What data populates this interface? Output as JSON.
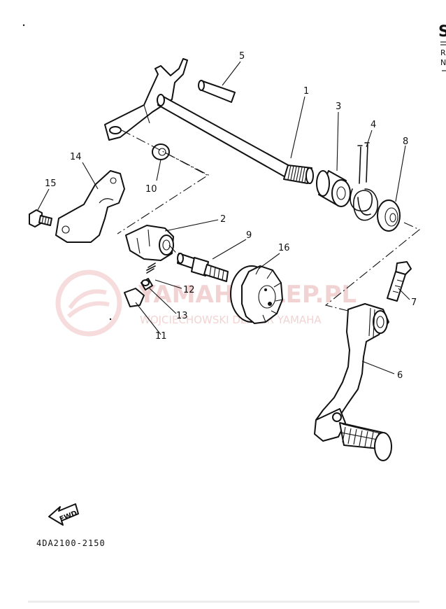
{
  "corner_header": {
    "letter": "S",
    "line1": "R",
    "line2": "N"
  },
  "watermark": {
    "brand": "YAMAHAKLEP.PL",
    "tagline": "WOJCIECHOWSKI DEALER YAMAHA"
  },
  "fwd_label": "FWD",
  "diagram_code": "4DA2100-2150",
  "callouts": [
    {
      "id": "c1",
      "text": "1"
    },
    {
      "id": "c2",
      "text": "2"
    },
    {
      "id": "c3",
      "text": "3"
    },
    {
      "id": "c4",
      "text": "4"
    },
    {
      "id": "c5",
      "text": "5"
    },
    {
      "id": "c6",
      "text": "6"
    },
    {
      "id": "c7",
      "text": "7"
    },
    {
      "id": "c8",
      "text": "8"
    },
    {
      "id": "c9",
      "text": "9"
    },
    {
      "id": "c10",
      "text": "10"
    },
    {
      "id": "c11",
      "text": "11"
    },
    {
      "id": "c12",
      "text": "12"
    },
    {
      "id": "c13",
      "text": "13"
    },
    {
      "id": "c14",
      "text": "14"
    },
    {
      "id": "c15",
      "text": "15"
    },
    {
      "id": "c16",
      "text": "16"
    }
  ]
}
